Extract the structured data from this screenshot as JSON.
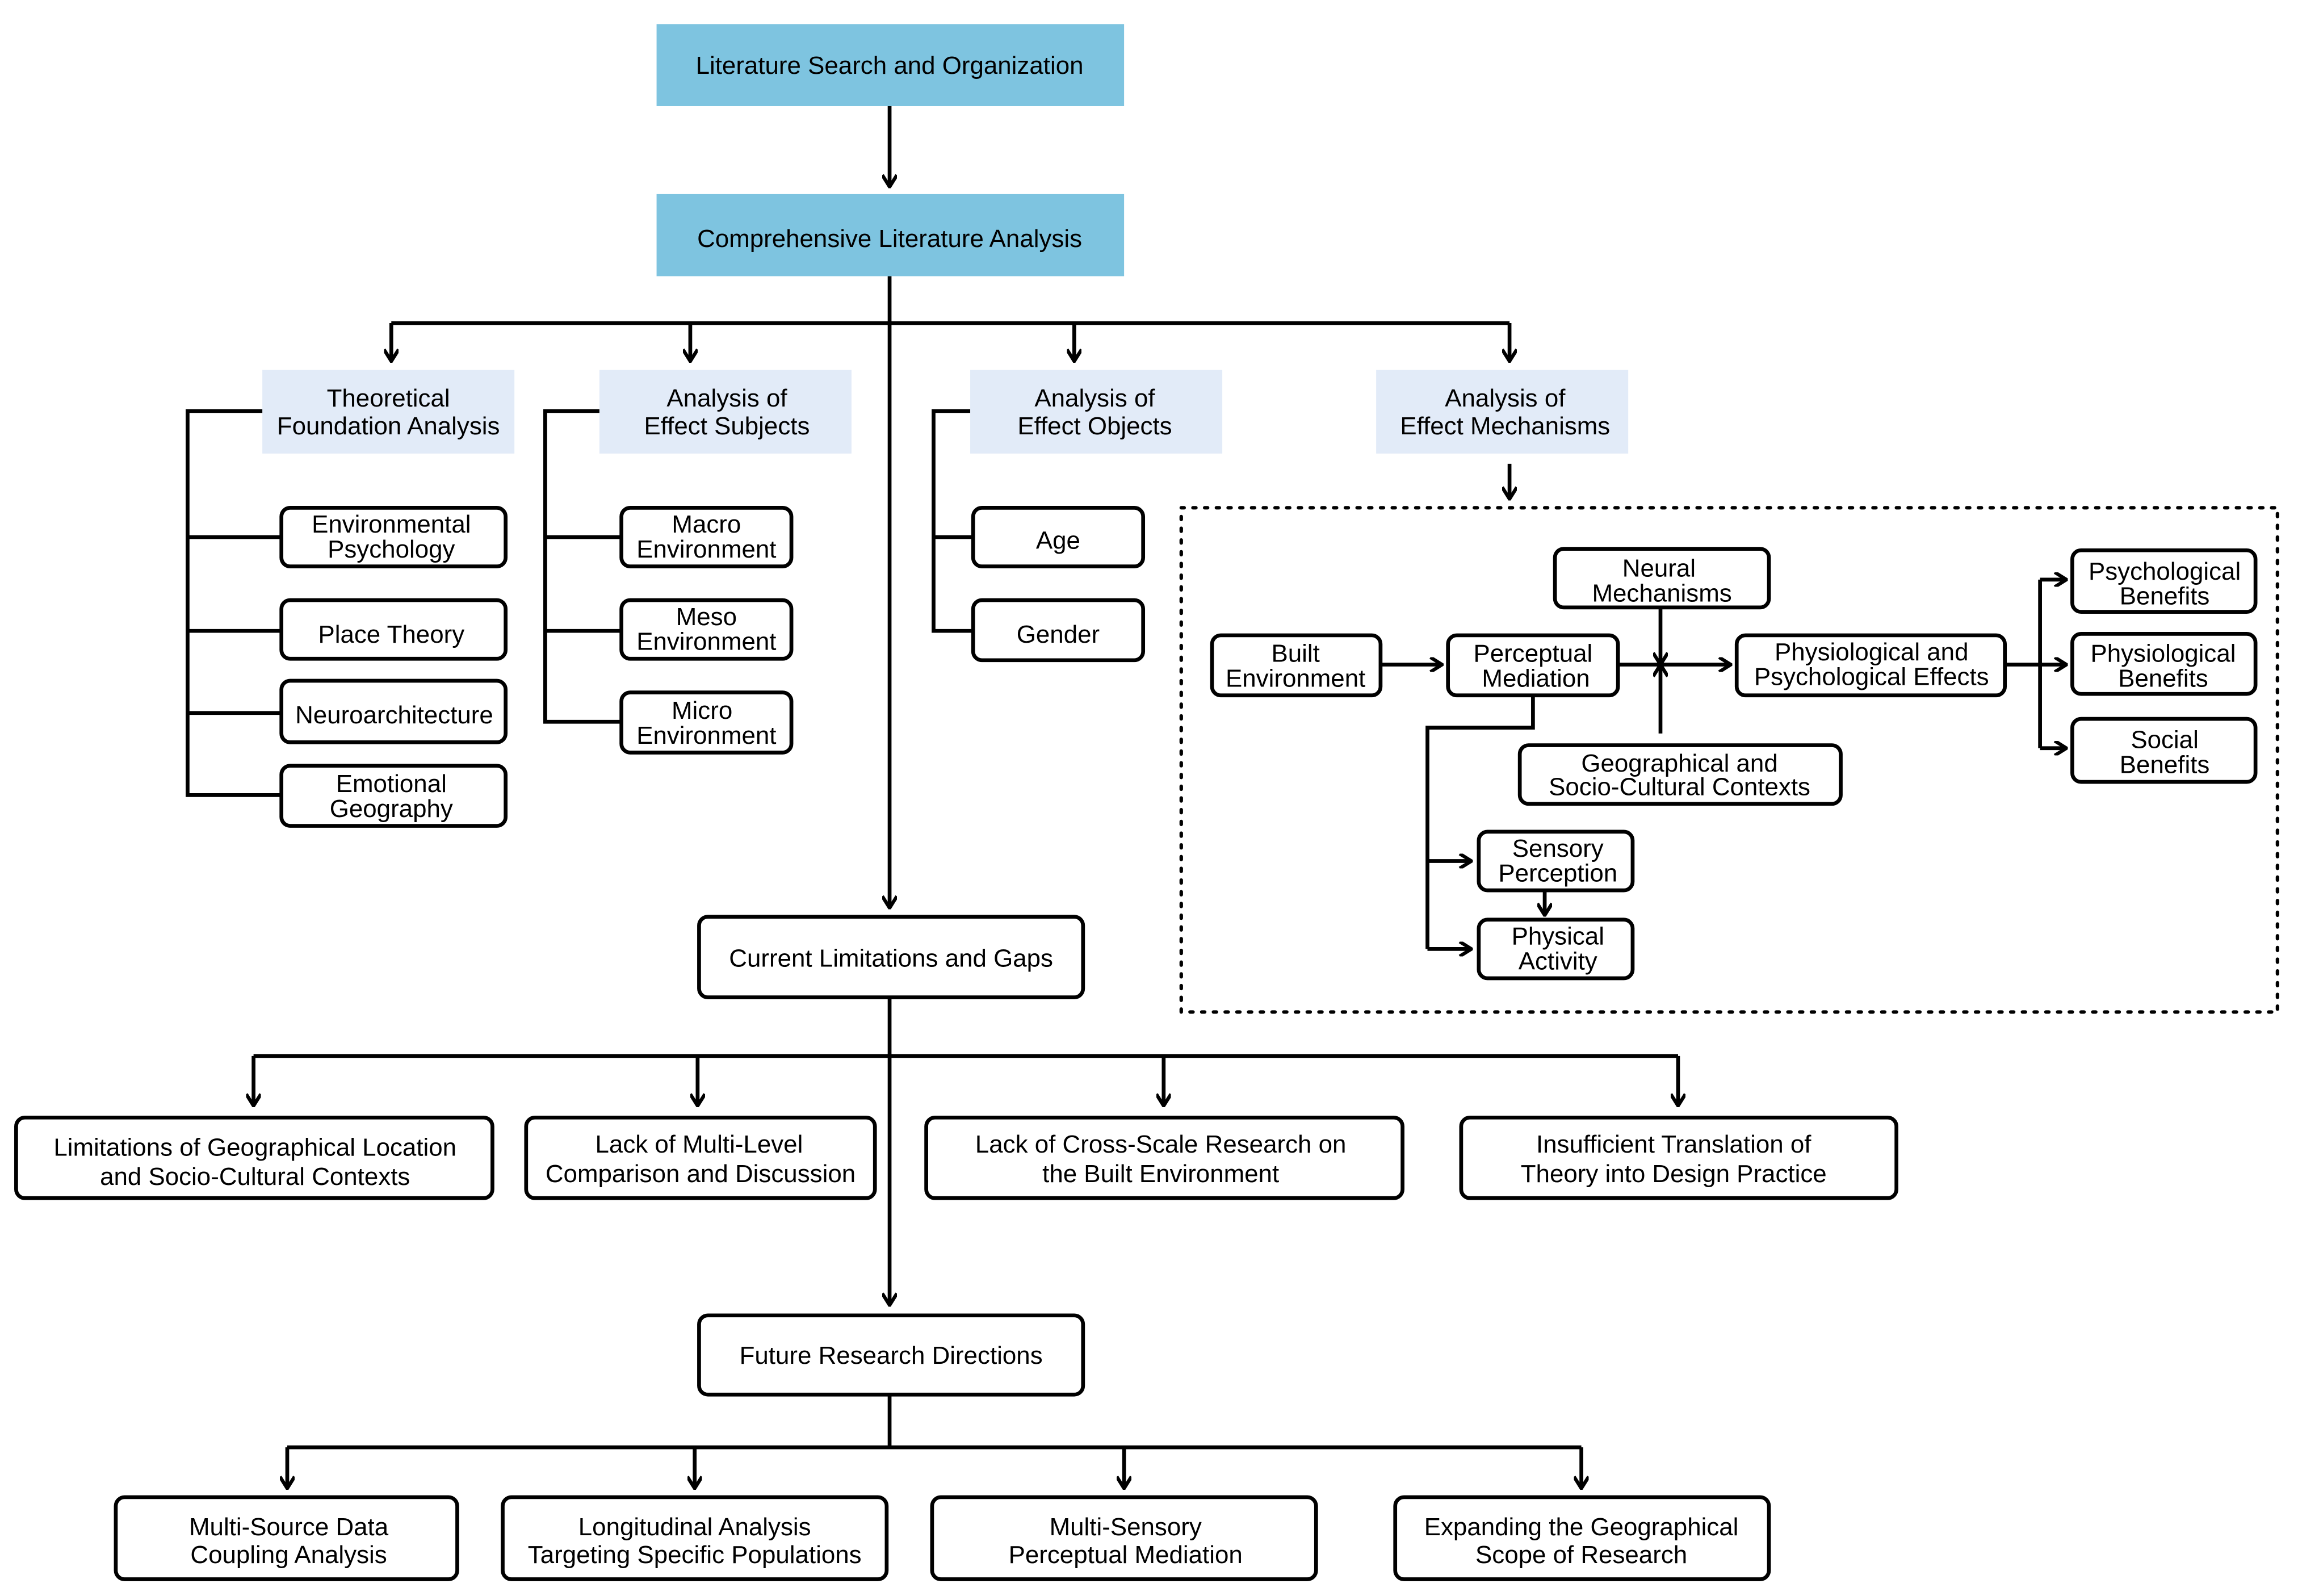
{
  "top": {
    "search": "Literature Search and Organization",
    "analysis": "Comprehensive Literature Analysis"
  },
  "categories": {
    "theoretical": [
      "Theoretical",
      "Foundation Analysis"
    ],
    "subjects": [
      "Analysis of",
      "Effect Subjects"
    ],
    "objects": [
      "Analysis of",
      "Effect Objects"
    ],
    "mechanisms": [
      "Analysis of",
      "Effect Mechanisms"
    ]
  },
  "theoretical_items": [
    [
      "Environmental",
      "Psychology"
    ],
    [
      "Place Theory"
    ],
    [
      "Neuroarchitecture"
    ],
    [
      "Emotional",
      "Geography"
    ]
  ],
  "subject_items": [
    [
      "Macro",
      "Environment"
    ],
    [
      "Meso",
      "Environment"
    ],
    [
      "Micro",
      "Environment"
    ]
  ],
  "object_items": [
    [
      "Age"
    ],
    [
      "Gender"
    ]
  ],
  "mechanism": {
    "neural": [
      "Neural",
      "Mechanisms"
    ],
    "built": [
      "Built",
      "Environment"
    ],
    "perceptual": [
      "Perceptual",
      "Mediation"
    ],
    "effects": [
      "Physiological and",
      "Psychological Effects"
    ],
    "context": [
      "Geographical and",
      "Socio-Cultural Contexts"
    ],
    "sensory": [
      "Sensory",
      "Perception"
    ],
    "physical": [
      "Physical",
      "Activity"
    ],
    "benefits": [
      [
        "Psychological",
        "Benefits"
      ],
      [
        "Physiological",
        "Benefits"
      ],
      [
        "Social",
        "Benefits"
      ]
    ]
  },
  "limitations": {
    "title": "Current Limitations and Gaps",
    "items": [
      [
        "Limitations of Geographical Location",
        "and Socio-Cultural Contexts"
      ],
      [
        "Lack of Multi-Level",
        "Comparison and Discussion"
      ],
      [
        "Lack of Cross-Scale Research on",
        "the Built Environment"
      ],
      [
        "Insufficient Translation of",
        "Theory into Design Practice"
      ]
    ]
  },
  "future": {
    "title": "Future Research Directions",
    "items": [
      [
        "Multi-Source Data",
        "Coupling Analysis"
      ],
      [
        "Longitudinal Analysis",
        "Targeting Specific Populations"
      ],
      [
        "Multi-Sensory",
        "Perceptual Mediation"
      ],
      [
        "Expanding the Geographical",
        "Scope of Research"
      ]
    ]
  },
  "colors": {
    "header_fill": "#7ec4e0",
    "category_fill": "#e2ebf8"
  }
}
